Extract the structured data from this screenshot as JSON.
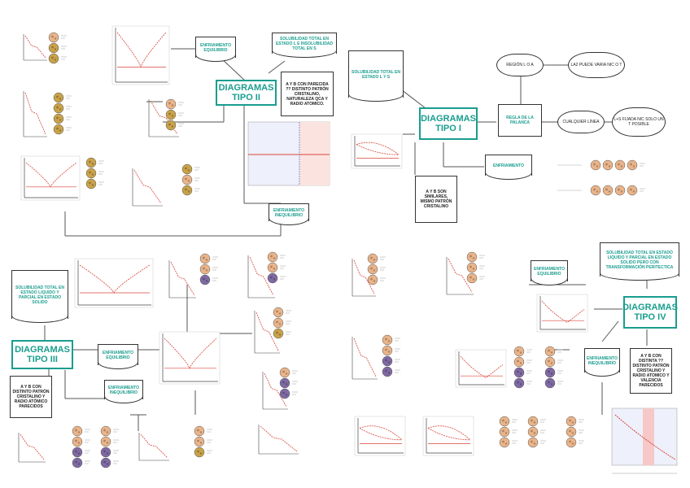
{
  "titles": {
    "tipo1": "DIAGRAMAS TIPO I",
    "tipo2": "DIAGRAMAS TIPO II",
    "tipo3": "DIAGRAMAS TIPO III",
    "tipo4": "DIAGRAMAS TIPO IV"
  },
  "tipo1": {
    "solubility": "SOLUBILIDAD TOTAL EN ESTADO L Y S",
    "lever_rule": "REGLA DE LA PALANCA",
    "region": "REGIÓN L O A",
    "varies": "LA2 PUEDE VARIA NIC O T",
    "any_line": "CUALQUIER LÍNEA",
    "one_fase": "L+S FIJADA NIC SOLO UN T POSIBLE",
    "cooling": "ENFRIAMIENTO",
    "similar": "A Y B SON SIMILARES, MISMO PATRÓN CRISTALINO"
  },
  "tipo2": {
    "solubility": "SOLUBILIDAD TOTAL EN ESTADO L E INSOLUBILIDAD TOTAL EN S",
    "equilibrium": "ENFRIAMIENTO EQUILIBRIO",
    "nonequilibrium": "ENFRIAMIENTO INEQUILIBRIO",
    "properties": "A Y B CON PARECIDA ?? DISTINTO PATRÓN CRISTALINO, NATURALEZA QCA Y RADIO ATOMICO."
  },
  "tipo3": {
    "solubility": "SOLUBILIDAD TOTAL EN ESTADO LIQUIDO Y PARCIAL EN ESTADO SOLIDO",
    "equilibrium": "ENFRIAMIENTO EQUILIBRIO",
    "nonequilibrium": "ENFRIAMIENTO INEQUILIBRIO",
    "properties": "A Y B CON DISTINTO PATRÓN CRISTALINO Y RADIO ATÓMICO PARECIDOS"
  },
  "tipo4": {
    "solubility": "SOLUBILIDAD TOTAL EN ESTADO LIQUIDO Y PARCIAL EN ESTADO SOLIDO PERO CON TRANSFORMACIÓN PERITECTICA",
    "equilibrium": "ENFRIAMIENTO EQUILIBRIO",
    "nonequilibrium": "ENFRIAMIENTO INEQUILIBRIO",
    "properties": "A Y B CON DISTINTA ?? DISTINTO PATRÓN CRISTALINO Y RADIO ATOMICO Y VALENCIA PARECIDOS"
  },
  "colors": {
    "teal": "#1a9d8f",
    "grain_orange": "#e9b48a",
    "grain_dark": "#7f6aa3",
    "grain_gold": "#c9a24a",
    "curve_red": "#d9453a"
  },
  "icons": [
    "phase-diagram-thumbnail",
    "grain-structure-circle",
    "cooling-curve-thumbnail"
  ]
}
